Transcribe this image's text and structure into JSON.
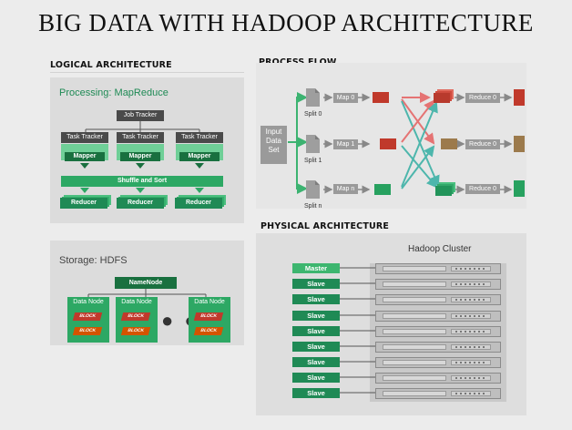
{
  "title": "BIG DATA  WITH HADOOP ARCHITECTURE",
  "sections": {
    "logical": "LOGICAL ARCHITECTURE",
    "process": "PROCESS FLOW",
    "physical": "PHYSICAL ARCHITECTURE"
  },
  "logical": {
    "processing_label": "Processing: MapReduce",
    "job_tracker": "Job Tracker",
    "task_trackers": [
      "Task Tracker",
      "Task Tracker",
      "Task Tracker"
    ],
    "mappers": [
      "Mapper",
      "Mapper",
      "Mapper"
    ],
    "shuffle": "Shuffle and Sort",
    "reducers": [
      "Reducer",
      "Reducer",
      "Reducer"
    ],
    "storage_label": "Storage: HDFS",
    "namenode": "NameNode",
    "datanodes": [
      {
        "label": "Data Node",
        "blocks": [
          "BLOCK",
          "BLOCK"
        ]
      },
      {
        "label": "Data Node",
        "blocks": [
          "BLOCK",
          "BLOCK"
        ]
      },
      {
        "label": "Data Node",
        "blocks": [
          "BLOCK",
          "BLOCK"
        ]
      }
    ],
    "ellipsis": "● ● ●"
  },
  "process_flow": {
    "input": "Input Data Set",
    "splits": [
      "Split 0",
      "Split 1",
      "Split n"
    ],
    "maps": [
      "Map 0",
      "Map 1",
      "Map n"
    ],
    "reduces": [
      "Reduce 0",
      "Reduce 0",
      "Reduce 0"
    ]
  },
  "physical": {
    "cluster_label": "Hadoop Cluster",
    "nodes": [
      "Master",
      "Slave",
      "Slave",
      "Slave",
      "Slave",
      "Slave",
      "Slave",
      "Slave",
      "Slave"
    ]
  },
  "colors": {
    "dark_green": "#19703f",
    "mid_green": "#2da864",
    "red": "#c0392b",
    "brown": "#9c7a4c",
    "gray": "#9a9a9a"
  }
}
